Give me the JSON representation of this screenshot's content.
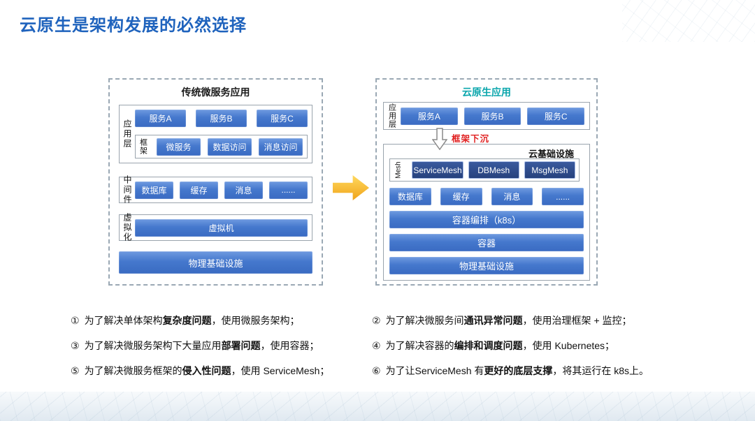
{
  "title": "云原生是架构发展的必然选择",
  "left_panel": {
    "title": "传统微服务应用",
    "app_layer": {
      "label": "应用层",
      "services": [
        "服务A",
        "服务B",
        "服务C"
      ],
      "framework": {
        "label": "框架",
        "items": [
          "微服务",
          "数据访问",
          "消息访问"
        ]
      }
    },
    "middleware": {
      "label": "中间件",
      "items": [
        "数据库",
        "缓存",
        "消息",
        "......"
      ]
    },
    "virtualization": {
      "label": "虚拟化",
      "machine": "虚拟机"
    },
    "physical": "物理基础设施"
  },
  "right_panel": {
    "title": "云原生应用",
    "app_layer": {
      "label": "应用层",
      "services": [
        "服务A",
        "服务B",
        "服务C"
      ]
    },
    "sink_label": "框架下沉",
    "cloud_infra": {
      "title": "云基础设施",
      "mesh": {
        "label": "Mesh",
        "items": [
          "ServiceMesh",
          "DBMesh",
          "MsgMesh"
        ]
      },
      "middleware": [
        "数据库",
        "缓存",
        "消息",
        "......"
      ],
      "layers": [
        "容器编排（k8s）",
        "容器",
        "物理基础设施"
      ]
    }
  },
  "bullets": [
    {
      "num": "①",
      "pre": "为了解决单体架构",
      "bold": "复杂度问题",
      "post": "，使用微服务架构；"
    },
    {
      "num": "②",
      "pre": "为了解决微服务间",
      "bold": "通讯异常问题",
      "post": "，使用治理框架 + 监控；"
    },
    {
      "num": "③",
      "pre": "为了解决微服务架构下大量应用",
      "bold": "部署问题",
      "post": "，使用容器；"
    },
    {
      "num": "④",
      "pre": "为了解决容器的",
      "bold": "编排和调度问题",
      "post": "，使用 Kubernetes；"
    },
    {
      "num": "⑤",
      "pre": "为了解决微服务框架的",
      "bold": "侵入性问题",
      "post": "，使用 ServiceMesh；"
    },
    {
      "num": "⑥",
      "pre": "为了让ServiceMesh 有",
      "bold": "更好的底层支撑",
      "post": "，将其运行在 k8s上。"
    }
  ],
  "colors": {
    "title_blue": "#1F63BD",
    "button_blue": "#4578CD",
    "mesh_navy": "#26417D",
    "cloud_title_teal": "#0AA6AC",
    "sink_red": "#E01F1F",
    "arrow_orange": "#F5A81C"
  }
}
